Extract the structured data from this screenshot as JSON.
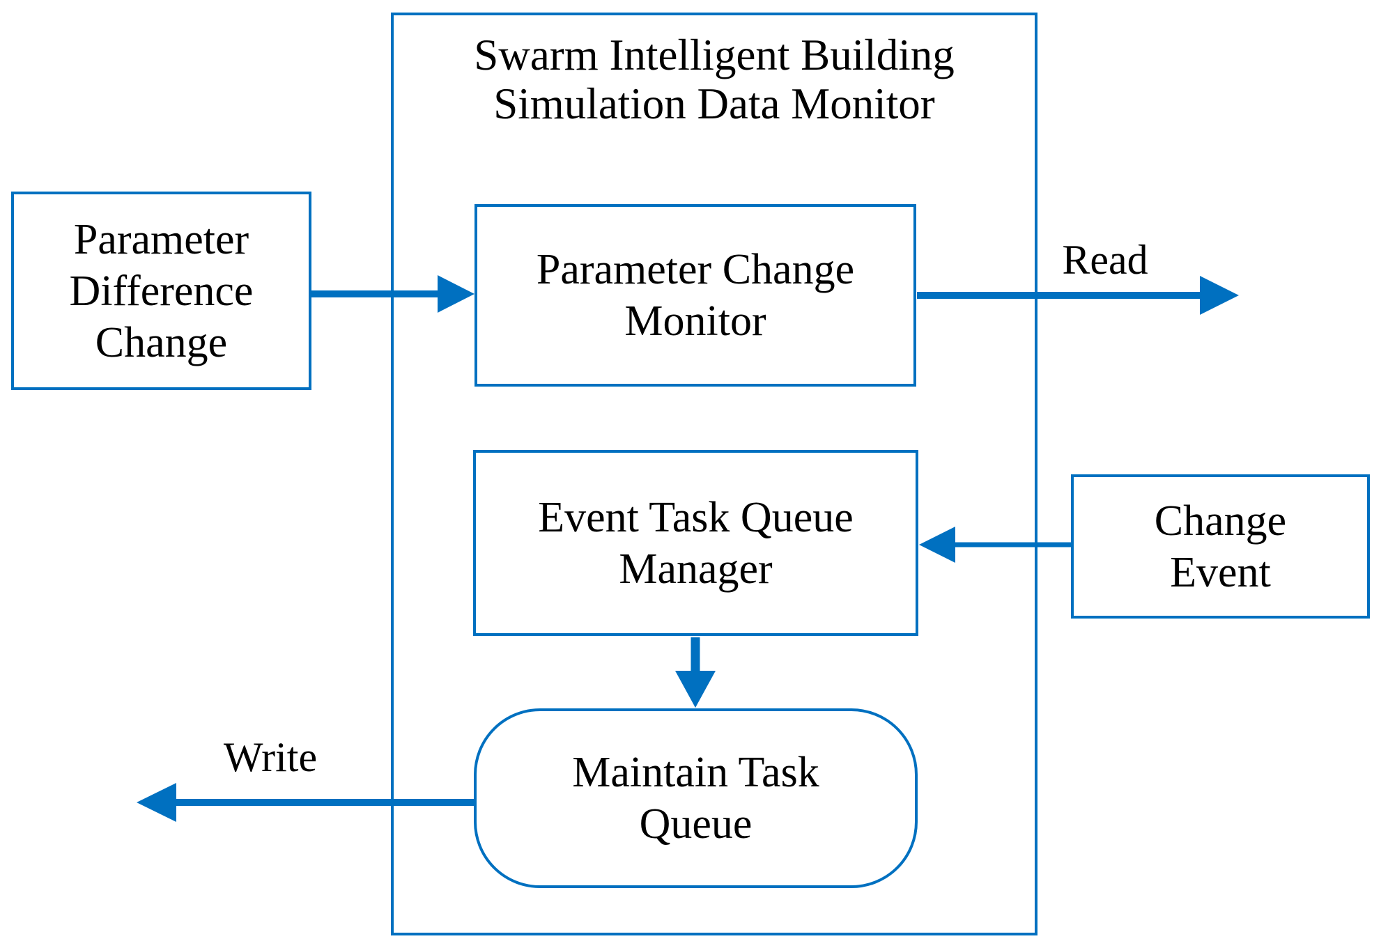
{
  "colors": {
    "accent": "#0070C0",
    "text": "#000000",
    "background": "#ffffff"
  },
  "monitor": {
    "title_lines": [
      "Swarm Intelligent Building",
      "Simulation Data Monitor"
    ]
  },
  "nodes": {
    "parameter_difference_change": {
      "lines": [
        "Parameter",
        "Difference",
        "Change"
      ]
    },
    "parameter_change_monitor": {
      "lines": [
        "Parameter Change",
        "Monitor"
      ]
    },
    "event_task_queue_manager": {
      "lines": [
        "Event Task Queue",
        "Manager"
      ]
    },
    "change_event": {
      "lines": [
        "Change",
        "Event"
      ]
    },
    "maintain_task_queue": {
      "lines": [
        "Maintain Task",
        "Queue"
      ]
    }
  },
  "edge_labels": {
    "read": "Read",
    "write": "Write"
  }
}
